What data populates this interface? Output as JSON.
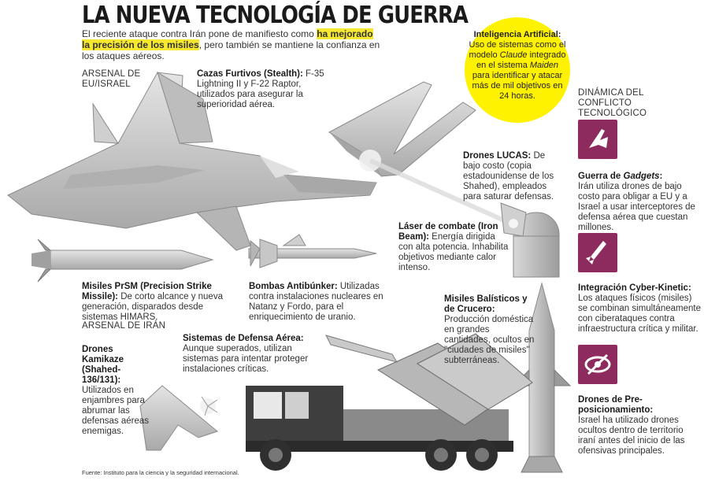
{
  "title": "LA NUEVA TECNOLOGÍA DE GUERRA",
  "intro": {
    "part1": "El reciente ataque contra Irán pone de manifiesto como ",
    "highlight": "ha mejorado la precisión de los misiles",
    "part2": ", pero también se mantiene la confianza en los ataques aéreos."
  },
  "sections": {
    "usa_israel": "ARSENAL DE EU/ISRAEL",
    "iran": "ARSENAL DE IRÁN",
    "dynamics": "DINÁMICA DEL CONFLICTO TECNOLÓGICO"
  },
  "ai_callout": {
    "heading": "Inteligencia Artificial:",
    "text_a": " Uso de sistemas como el modelo ",
    "claude": "Claude",
    "text_b": " integrado en el sistema ",
    "maiden": "Maiden",
    "text_c": " para identificar y atacar más de mil objetivos en 24 horas."
  },
  "items": {
    "stealth": {
      "label": "Cazas Furtivos (Stealth):",
      "text": " F-35 Lightning II y F-22 Raptor, utilizados para asegurar la superioridad aérea."
    },
    "lucas": {
      "label": "Drones LUCAS:",
      "text": " De bajo costo (copia estadounidense de los Shahed), empleados para saturar defensas."
    },
    "laser": {
      "label": "Láser de combate (Iron Beam):",
      "text": " Energía dirigida con alta potencia. Inhabilita objetivos mediante calor intenso."
    },
    "prsm": {
      "label": "Misiles PrSM (Precision Strike Missile):",
      "text": " De corto alcance y nueva generación, disparados desde sistemas HIMARS."
    },
    "bunker": {
      "label": "Bombas Antibúnker:",
      "text": " Utilizadas contra instalaciones nucleares en Natanz y Fordo, para el enriquecimiento de uranio."
    },
    "kamikaze": {
      "label": "Drones Kamikaze (Shahed-136/131):",
      "text": " Utilizados en enjambres para abrumar las defensas aéreas enemigas."
    },
    "air_defense": {
      "label": "Sistemas de Defensa Aérea:",
      "text": " Aunque superados, utilizan sistemas para intentar proteger instalaciones críticas."
    },
    "ballistic": {
      "label": "Misiles Balísticos y de Crucero:",
      "text": " Producción doméstica en grandes cantidades, ocultos en \"ciudades de misiles\" subterráneas."
    }
  },
  "dynamics": [
    {
      "icon": "drone-icon",
      "label_a": "Guerra de ",
      "label_em": "Gadgets",
      "label_b": ":",
      "text": "Irán utiliza drones de bajo costo para obligar a EU y a Israel a usar interceptores de defensa aérea que cuestan millones."
    },
    {
      "icon": "missile-icon",
      "label_a": "Integración Cyber-Kinetic:",
      "label_em": "",
      "label_b": "",
      "text": "Los ataques físicos (misiles) se combinan simultáneamente con ciberataques contra infraestructura crítica y militar."
    },
    {
      "icon": "eye-slash-icon",
      "label_a": "Drones de Pre-posicionamiento:",
      "label_em": "",
      "label_b": "",
      "text": "Israel ha utilizado drones ocultos dentro de territorio iraní antes del inicio de las ofensivas principales."
    }
  ],
  "source": "Fuente: Instituto para la ciencia y la seguridad internacional.",
  "colors": {
    "highlight": "#f6e830",
    "ai_circle": "#fff200",
    "icon_bg": "#8e2b5e",
    "art_gray": "#c9c9c9"
  }
}
